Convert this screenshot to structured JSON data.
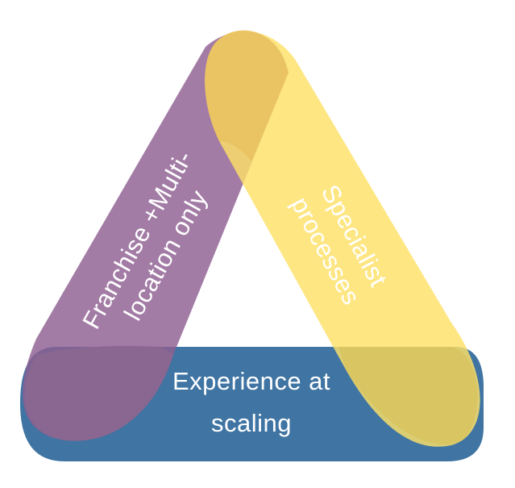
{
  "diagram": {
    "bands": [
      {
        "id": "left",
        "lines": [
          "Franchise +Multi-",
          "location only"
        ],
        "color": "#9a6f9c"
      },
      {
        "id": "right",
        "lines": [
          "Specialist",
          "processes"
        ],
        "color": "#fde47a"
      },
      {
        "id": "bottom",
        "lines": [
          "Experience at",
          "scaling"
        ],
        "color": "#3f74a3"
      }
    ]
  }
}
